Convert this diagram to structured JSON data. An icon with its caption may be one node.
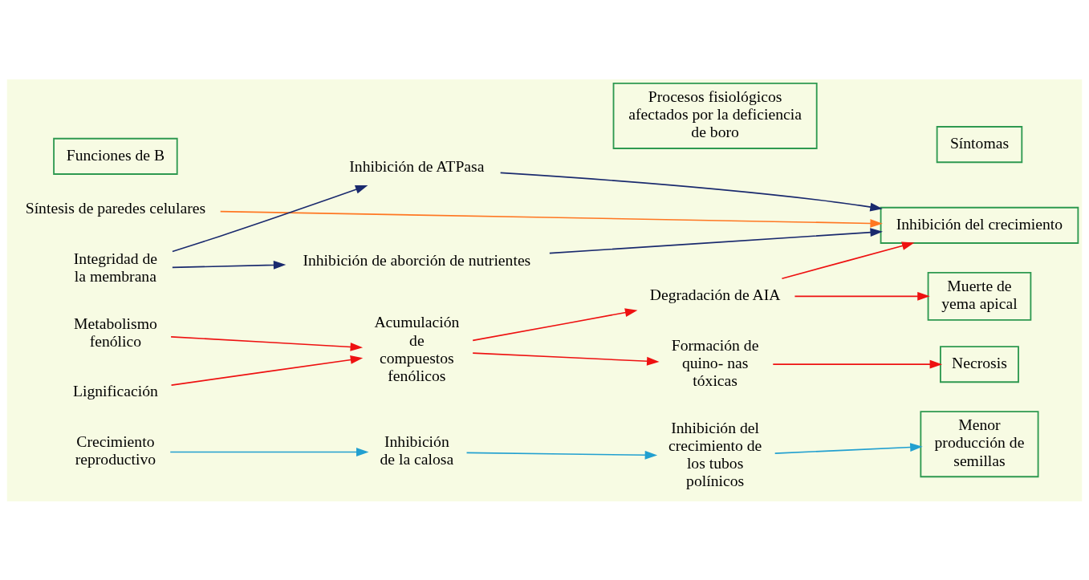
{
  "diagram": {
    "nodes": [
      {
        "text": [
          "Funciones de B"
        ]
      },
      {
        "text": [
          "Procesos fisiológicos afectados por la deficiencia de boro"
        ]
      },
      {
        "text": [
          "Síntomas"
        ]
      },
      {
        "text": [
          "Síntesis de paredes celulares"
        ]
      },
      {
        "text": [
          "Integridad de la membrana"
        ]
      },
      {
        "text": [
          "Inhibición de ATPasa"
        ]
      },
      {
        "text": [
          "Inhibición de aborción de nutrientes"
        ]
      },
      {
        "text": [
          "Inhibición del crecimiento"
        ]
      },
      {
        "text": [
          "Metabolismo fenólico"
        ]
      },
      {
        "text": [
          "Lignificación"
        ]
      },
      {
        "text": [
          "Acumulación de compuestos fenólicos"
        ]
      },
      {
        "text": [
          "Degradación de AIA"
        ]
      },
      {
        "text": [
          "Formación de quino- nas tóxicas"
        ]
      },
      {
        "text": [
          "Muerte de yema apical"
        ]
      },
      {
        "text": [
          "Necrosis"
        ]
      },
      {
        "text": [
          "Crecimiento reproductivo"
        ]
      },
      {
        "text": [
          "Inhibición de la calosa"
        ]
      },
      {
        "text": [
          "Inhibición del crecimiento de los tubos polínicos"
        ]
      },
      {
        "text": [
          "Menor producción de semillas"
        ]
      }
    ],
    "edges": [
      {
        "from": 3,
        "to": 7,
        "arrow": "to",
        "color": "#ff7722"
      },
      {
        "from": 4,
        "to": 5,
        "arrow": "to",
        "color": "#1a2a6e"
      },
      {
        "from": 4,
        "to": 6,
        "arrow": "to",
        "color": "#1a2a6e"
      },
      {
        "from": 5,
        "to": 7,
        "arrow": "to",
        "color": "#1a2a6e"
      },
      {
        "from": 6,
        "to": 7,
        "arrow": "to",
        "color": "#1a2a6e"
      },
      {
        "from": 8,
        "to": 10,
        "arrow": "to"
      },
      {
        "from": 9,
        "to": 10,
        "arrow": "to"
      },
      {
        "from": 10,
        "to": 11,
        "arrow": "to"
      },
      {
        "from": 10,
        "to": 12,
        "arrow": "to"
      },
      {
        "from": 11,
        "to": 7,
        "arrow": "to"
      },
      {
        "from": 11,
        "to": 13,
        "arrow": "to"
      },
      {
        "from": 12,
        "to": 14,
        "arrow": "to"
      },
      {
        "from": 15,
        "to": 16,
        "arrow": "to",
        "color": "#22a0d0"
      },
      {
        "from": 16,
        "to": 17,
        "arrow": "to",
        "color": "#22a0d0"
      },
      {
        "from": 17,
        "to": 18,
        "arrow": "to",
        "color": "#22a0d0"
      }
    ]
  }
}
